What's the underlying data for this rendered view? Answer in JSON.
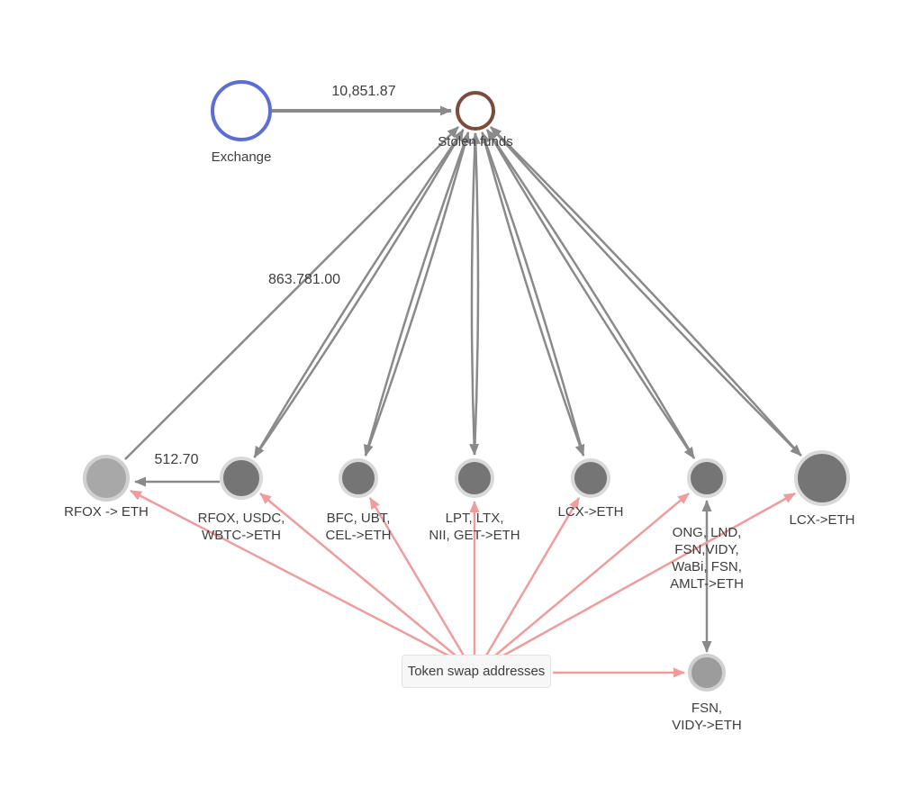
{
  "diagram": {
    "nodes": {
      "exchange": {
        "label": "Exchange"
      },
      "stolen_funds": {
        "label": "Stolen funds"
      },
      "rfox_eth": {
        "label": "RFOX -> ETH"
      },
      "rfox_usdc_wbtc_eth": {
        "label": "RFOX, USDC,\nWBTC->ETH"
      },
      "bfc_ubt_cel_eth": {
        "label": "BFC, UBT,\nCEL->ETH"
      },
      "lpt_ltx_nii_get_eth": {
        "label": "LPT, LTX,\nNII, GET->ETH"
      },
      "lcx_eth": {
        "label": "LCX->ETH"
      },
      "ong_lnd_fsn_vidy_wabi_fsn_amlt_eth": {
        "label": "ONG, LND,\nFSN,VIDY,\nWaBi, FSN,\nAMLT->ETH"
      },
      "lcx_eth_large": {
        "label": "LCX->ETH"
      },
      "fsn_vidy_eth": {
        "label": "FSN,\nVIDY->ETH"
      }
    },
    "edge_labels": {
      "exchange_to_stolen_funds": "10,851.87",
      "rfox_eth_to_stolen_funds": "863.781.00",
      "rfox_usdc_to_rfox": "512.70"
    },
    "annotation": {
      "token_swap_box": "Token swap addresses"
    },
    "colors": {
      "background": "#ffffff",
      "exchange_stroke": "#5b6ed8",
      "stolen_funds_stroke": "#7d4b3a",
      "node_fill_dark": "#757575",
      "node_fill_light": "#a8a8a8",
      "node_fill_mid": "#9c9c9c",
      "node_ring": "#d9d9d9",
      "edge_gray": "#8a8a8a",
      "edge_pink": "#f09c9c",
      "text": "#3d3d3d"
    }
  }
}
